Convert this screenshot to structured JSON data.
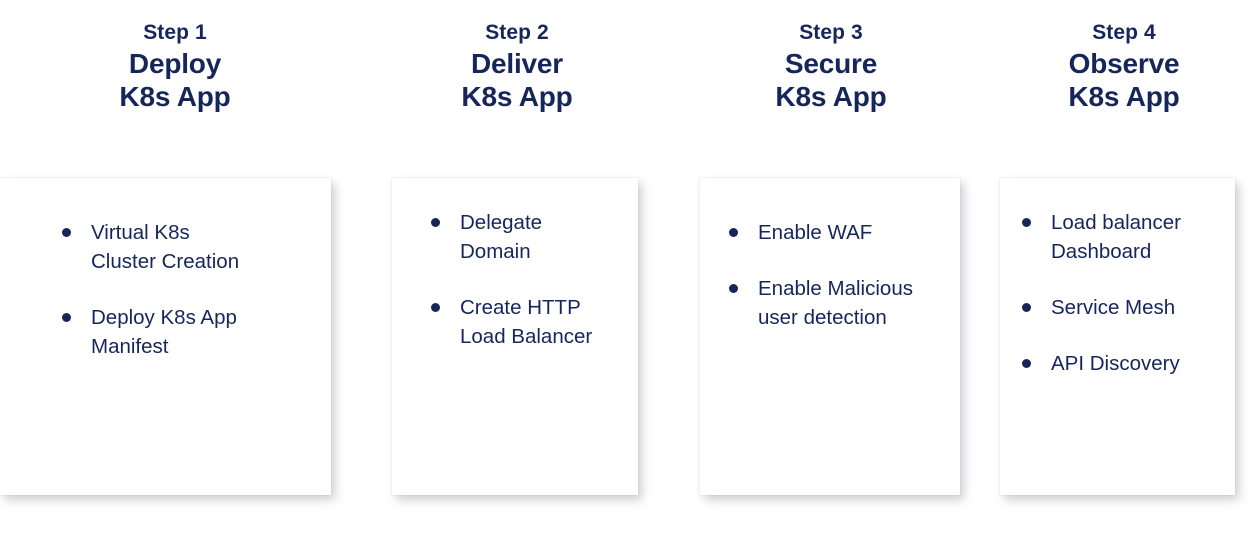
{
  "accent_color": "#16265a",
  "background_color": "#ffffff",
  "columns": [
    {
      "step_label": "Step 1",
      "title_line1": "Deploy",
      "title_line2": "K8s App",
      "bullets": [
        {
          "line1": "Virtual K8s",
          "line2": "Cluster Creation"
        },
        {
          "line1": "Deploy K8s App",
          "line2": "Manifest"
        }
      ]
    },
    {
      "step_label": "Step 2",
      "title_line1": "Deliver",
      "title_line2": "K8s App",
      "bullets": [
        {
          "line1": "Delegate",
          "line2": "Domain"
        },
        {
          "line1": "Create HTTP",
          "line2": "Load Balancer"
        }
      ]
    },
    {
      "step_label": "Step 3",
      "title_line1": "Secure",
      "title_line2": "K8s App",
      "bullets": [
        {
          "line1": "Enable WAF",
          "line2": ""
        },
        {
          "line1": "Enable Malicious",
          "line2": "user detection"
        }
      ]
    },
    {
      "step_label": "Step 4",
      "title_line1": "Observe",
      "title_line2": "K8s App",
      "bullets": [
        {
          "line1": "Load balancer",
          "line2": "Dashboard"
        },
        {
          "line1": "Service Mesh",
          "line2": ""
        },
        {
          "line1": "API Discovery",
          "line2": ""
        }
      ]
    }
  ]
}
